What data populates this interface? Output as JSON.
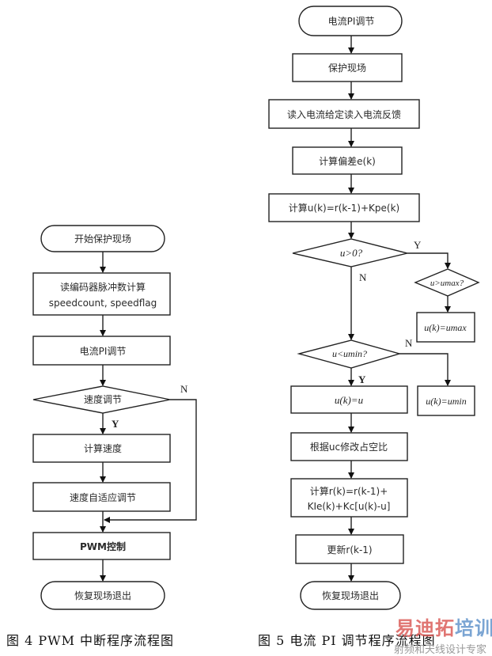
{
  "figure4": {
    "caption": "图 4   PWM 中断程序流程图",
    "nodes": {
      "start": "开始保护现场",
      "read_encoder_line1": "读编码器脉冲数计算",
      "read_encoder_line2": "speedcount, speedflag",
      "current_pi": "电流PI调节",
      "speed_decision": "速度调节",
      "calc_speed": "计算速度",
      "speed_adaptive": "速度自适应调节",
      "pwm_control": "PWM控制",
      "end": "恢复现场退出"
    },
    "branch_labels": {
      "yes": "Y",
      "no": "N"
    }
  },
  "figure5": {
    "caption": "图 5   电流 PI 调节程序流程图",
    "nodes": {
      "start": "电流PI调节",
      "save_context": "保护现场",
      "read_current": "读入电流给定读入电流反馈",
      "calc_error": "计算偏差e(k)",
      "calc_u": "计算u(k)=r(k-1)+Kpe(k)",
      "decision_u_positive": "u>0?",
      "decision_u_max": "u>umax?",
      "set_u_max": "u(k)=umax",
      "decision_u_min": "u<umin?",
      "set_u": "u(k)=u",
      "set_u_min": "u(k)=umin",
      "modify_duty": "根据uc修改占空比",
      "calc_r_line1": "计算r(k)=r(k-1)+",
      "calc_r_line2": "KIe(k)+Kc[u(k)-u]",
      "update_r": "更新r(k-1)",
      "end": "恢复现场退出"
    },
    "branch_labels": {
      "u_positive_yes": "Y",
      "u_positive_no": "N",
      "u_min_yes": "Y",
      "u_min_no": "N"
    }
  },
  "watermark": {
    "brand_part1": "易迪拓",
    "brand_part2": "培训",
    "tagline": "射频和天线设计专家",
    "colors": {
      "brand_part1": "#d9534f",
      "brand_part2": "#5b8fc9",
      "tagline": "#9a9a9a"
    }
  }
}
